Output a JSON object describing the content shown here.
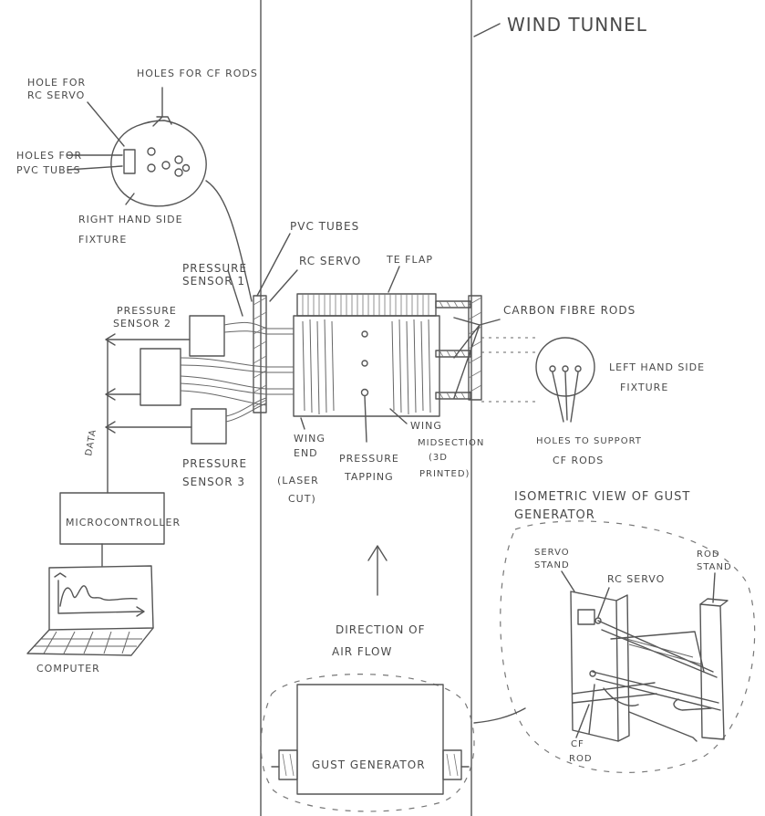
{
  "labels": {
    "wind_tunnel": "WIND TUNNEL",
    "hole_rc_servo_1": "HOLE FOR",
    "hole_rc_servo_2": "RC SERVO",
    "holes_cf_rods": "HOLES FOR CF RODS",
    "holes_pvc_1": "HOLES FOR",
    "holes_pvc_2": "PVC TUBES",
    "rhs_fixture_1": "RIGHT HAND SIDE",
    "rhs_fixture_2": "FIXTURE",
    "pvc_tubes": "PVC TUBES",
    "rc_servo_top": "RC SERVO",
    "te_flap": "TE FLAP",
    "pressure_sensor_1a": "PRESSURE",
    "pressure_sensor_1b": "SENSOR 1",
    "pressure_sensor_2a": "PRESSURE",
    "pressure_sensor_2b": "SENSOR 2",
    "pressure_sensor_3a": "PRESSURE",
    "pressure_sensor_3b": "SENSOR 3",
    "carbon_fibre_rods": "CARBON FIBRE RODS",
    "lhs_fixture_1": "LEFT HAND SIDE",
    "lhs_fixture_2": "FIXTURE",
    "holes_support_1": "HOLES TO SUPPORT",
    "holes_support_2": "CF RODS",
    "wing_end_1": "WING",
    "wing_end_2": "END",
    "laser_cut_1": "(LASER",
    "laser_cut_2": "CUT)",
    "pressure_tapping_1": "PRESSURE",
    "pressure_tapping_2": "TAPPING",
    "wing_mid_1": "WING",
    "wing_mid_2": "MIDSECTION",
    "wing_mid_3": "(3D",
    "wing_mid_4": "PRINTED)",
    "data": "DATA",
    "microcontroller": "MICROCONTROLLER",
    "computer": "COMPUTER",
    "iso_view_1": "ISOMETRIC VIEW OF GUST",
    "iso_view_2": "GENERATOR",
    "servo_stand_1": "SERVO",
    "servo_stand_2": "STAND",
    "rc_servo_iso": "RC SERVO",
    "rod_stand_1": "ROD",
    "rod_stand_2": "STAND",
    "cf_rod_1": "CF",
    "cf_rod_2": "ROD",
    "direction_1": "DIRECTION OF",
    "direction_2": "AIR FLOW",
    "gust_generator": "GUST GENERATOR"
  },
  "colors": {
    "ink": "#555555",
    "text": "#4a4a4a",
    "paper": "#ffffff"
  }
}
